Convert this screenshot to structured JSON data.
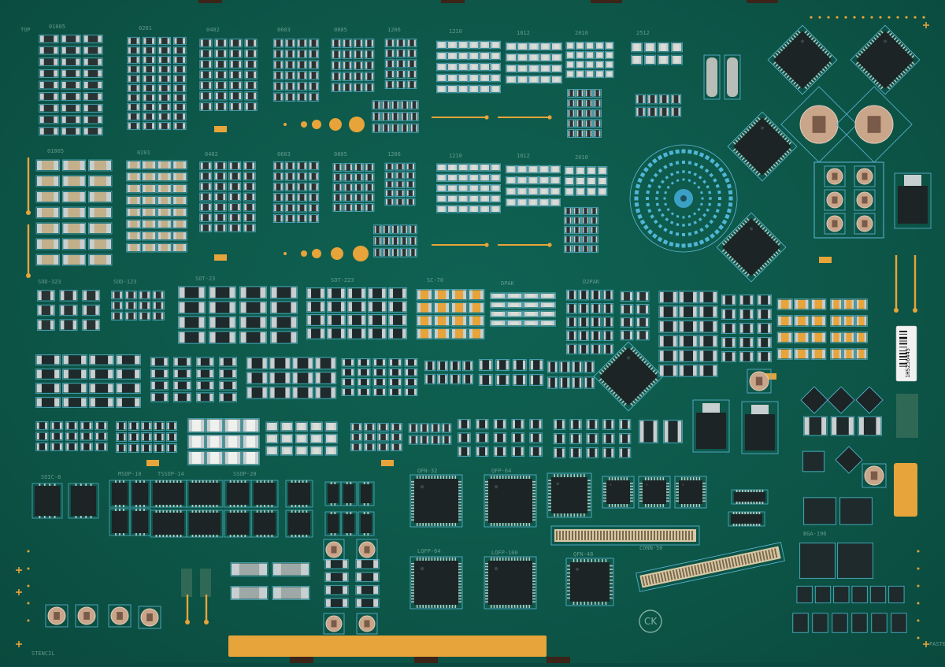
{
  "board": {
    "serial_label": "1HS256443",
    "logo_text": "CK",
    "colors": {
      "board": "#0d5749",
      "outline": "#5fb8d8",
      "gold": "#e7a43a",
      "component": "#1f2a2c",
      "paste": "#c9b27a"
    }
  },
  "silk_labels": {
    "r0": [
      "01005",
      "0201",
      "0402",
      "0603",
      "0805",
      "1206",
      "1210",
      "1812",
      "2010",
      "2512"
    ],
    "r1": [
      "01005",
      "0201",
      "0402",
      "0603",
      "0805",
      "1206",
      "1210",
      "1812",
      "2010"
    ],
    "r2": [
      "SOD-323",
      "SOD-123",
      "SOT-23",
      "SOT-223",
      "SC-70",
      "DPAK",
      "D2PAK"
    ],
    "r3": [
      "SOIC-8",
      "MSOP-10",
      "TSSOP-14",
      "SSOP-20",
      "QFN-32",
      "QFP-64"
    ],
    "r4": [
      "LQFP-64",
      "LQFP-100",
      "QFN-48",
      "BGA-196",
      "CONN-50"
    ],
    "corner": [
      "TOP",
      "PASTE",
      "STENCIL"
    ]
  }
}
